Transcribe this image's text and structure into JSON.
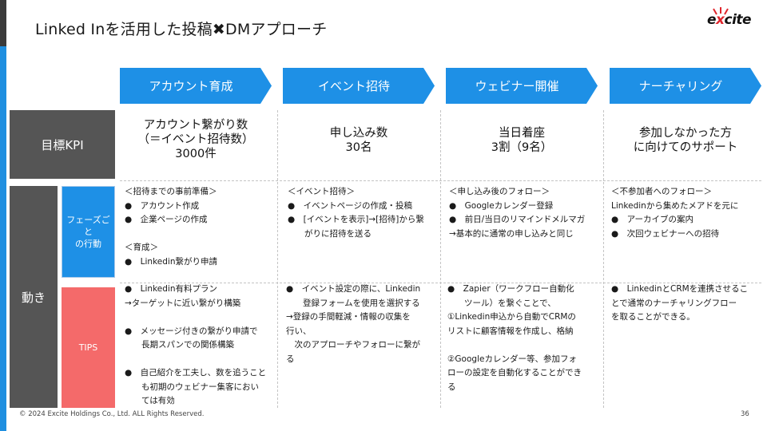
{
  "title": "Linked Inを活用した投稿✖DMアプローチ",
  "logo": {
    "text_pre": "e",
    "text_x": "x",
    "text_post": "cite"
  },
  "stages": [
    "アカウント育成",
    "イベント招待",
    "ウェビナー開催",
    "ナーチャリング"
  ],
  "rows": {
    "kpi_label": "目標KPI",
    "ugoki_label": "動き",
    "action_label_line1": "フェーズごと",
    "action_label_line2": "の行動",
    "tips_label": "TIPS"
  },
  "kpi": [
    [
      "アカウント繋がり数",
      "（＝イベント招待数）",
      "3000件"
    ],
    [
      "申し込み数",
      "30名"
    ],
    [
      "当日着座",
      "3割（9名）"
    ],
    [
      "参加しなかった方",
      "に向けてのサポート"
    ]
  ],
  "actions": [
    [
      "＜招待までの事前準備＞",
      "●　アカウント作成",
      "●　企業ページの作成",
      "",
      "＜育成＞",
      "●　Linkedin繋がり申請"
    ],
    [
      "＜イベント招待＞",
      "●　イベントページの作成・投稿",
      "●　[イベントを表示]→[招待]から繋",
      "　　がりに招待を送る"
    ],
    [
      "＜申し込み後のフォロー＞",
      "●　Googleカレンダー登録",
      "●　前日/当日のリマインドメルマガ",
      "→基本的に通常の申し込みと同じ"
    ],
    [
      "＜不参加者へのフォロー＞",
      "Linkedinから集めたメアドを元に",
      "●　アーカイブの案内",
      "●　次回ウェビナーへの招待"
    ]
  ],
  "tips": [
    [
      "●　Linkedin有料プラン",
      "→ターゲットに近い繋がり構築",
      "",
      "●　メッセージ付きの繋がり申請で",
      "　　長期スパンでの関係構築",
      "",
      "●　自己紹介を工夫し、数を追うこと",
      "　　も初期のウェビナー集客におい",
      "　　ては有効"
    ],
    [
      "●　イベント設定の際に、Linkedin",
      "　　登録フォームを使用を選択する",
      "→登録の手間軽減・情報の収集を",
      "行い、",
      "　次のアプローチやフォローに繋が",
      "る"
    ],
    [
      "●　Zapier（ワークフロー自動化",
      "　　ツール）を繋ぐことで、",
      "①Linkedin申込から自動でCRMの",
      "リストに顧客情報を作成し、格納",
      "",
      "②Googleカレンダー等、参加フォ",
      "ローの設定を自動化することができ",
      "る"
    ],
    [
      "●　LinkedinとCRMを連携させるこ",
      "とで通常のナーチャリングフロー",
      "を取ることができる。"
    ]
  ],
  "footer": {
    "copyright": "© 2024 Excite Holdings Co., Ltd. ALL Rights Reserved.",
    "page": "36"
  },
  "colors": {
    "accent_blue": "#1e90e6",
    "label_gray": "#555555",
    "tips_red": "#f46a6a",
    "logo_red": "#e0262d"
  }
}
